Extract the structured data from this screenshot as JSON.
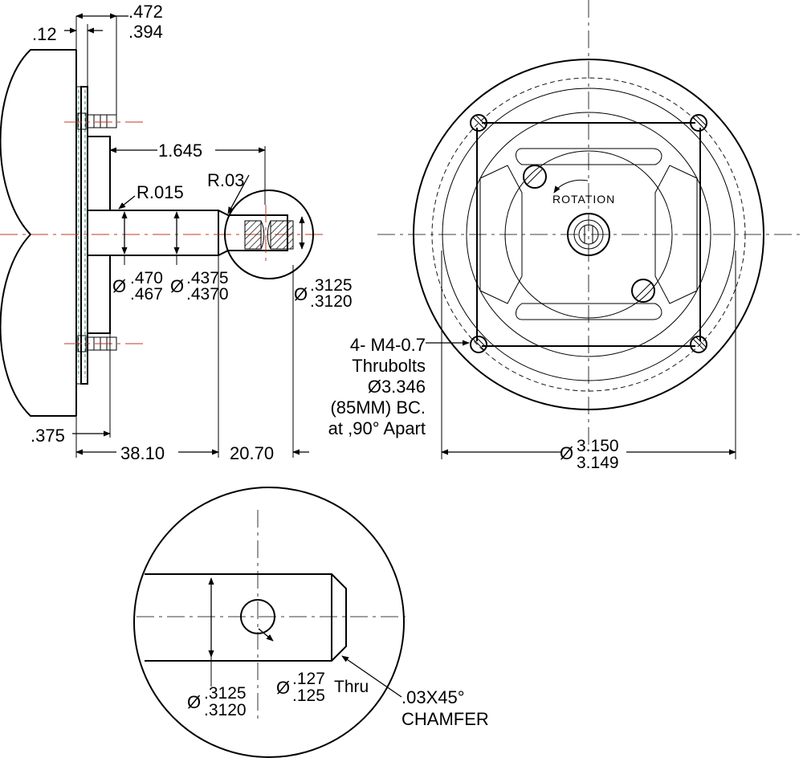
{
  "side_view": {
    "dims": {
      "top_a": ".472",
      "top_b": ".394",
      "flange": ".12",
      "length": "1.645",
      "radius1": "R.015",
      "radius2": "R.03",
      "d1_sym": "Ø",
      "d1_a": ".470",
      "d1_b": ".467",
      "d2_sym": "Ø",
      "d2_a": ".4375",
      "d2_b": ".4370",
      "d3_sym": "Ø",
      "d3_a": ".3125",
      "d3_b": ".3120",
      "pilot": ".375",
      "mm1": "38.10",
      "mm2": "20.70"
    }
  },
  "front_view": {
    "rotation_label": "ROTATION",
    "note": [
      "4- M4-0.7",
      "Thrubolts",
      "Ø3.346",
      "(85MM) BC.",
      "at ,90° Apart"
    ],
    "od_sym": "Ø",
    "od_a": "3.150",
    "od_b": "3.149"
  },
  "detail_view": {
    "shaft_sym": "Ø",
    "shaft_a": ".3125",
    "shaft_b": ".3120",
    "hole_sym": "Ø",
    "hole_a": ".127",
    "hole_b": ".125",
    "hole_thru": "Thru",
    "chamfer": [
      ".03X45°",
      "CHAMFER"
    ]
  },
  "colors": {
    "line": "#000000",
    "centerline_red": "#c0392b",
    "hidden_teal": "#2f7a72"
  }
}
